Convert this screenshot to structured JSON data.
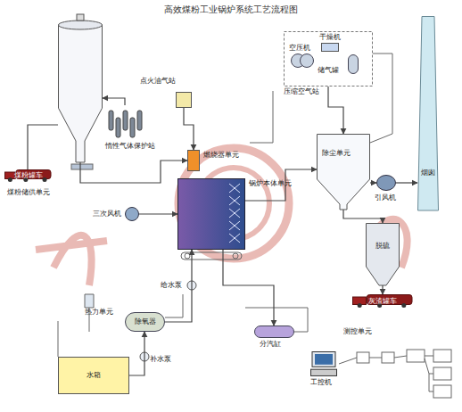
{
  "diagram": {
    "title": "高效煤粉工业锅炉系统工艺流程图",
    "nodes": [
      {
        "text": [
          "煤粉罐车"
        ]
      },
      {
        "text": [
          "煤粉储供单元"
        ]
      },
      {
        "text": [
          "点火油气站"
        ]
      },
      {
        "text": [
          "惰性气体保护站"
        ]
      },
      {
        "text": [
          "燃烧器单元"
        ]
      },
      {
        "text": [
          "锅炉本体单元"
        ]
      },
      {
        "text": [
          "三次风机"
        ]
      },
      {
        "text": [
          "压缩空气站"
        ]
      },
      {
        "text": [
          "干燥机"
        ],
        "in": 7
      },
      {
        "text": [
          "空压机"
        ],
        "in": 7
      },
      {
        "text": [
          "储气罐"
        ],
        "in": 7
      },
      {
        "text": [
          "除尘单元"
        ]
      },
      {
        "text": [
          "引风机"
        ]
      },
      {
        "text": [
          "烟囱"
        ]
      },
      {
        "text": [
          "脱硫"
        ]
      },
      {
        "text": [
          "灰渣罐车"
        ]
      },
      {
        "text": [
          "除氧器"
        ]
      },
      {
        "text": [
          "水箱"
        ]
      },
      {
        "text": [
          "分汽缸"
        ]
      },
      {
        "text": [
          "测控单元"
        ]
      },
      {
        "text": [
          "工控机"
        ],
        "in": 19
      }
    ],
    "edges": [
      {
        "from": 0,
        "to": 1,
        "arrow": "none"
      },
      {
        "from": 1,
        "to": 4,
        "arrow": "to"
      },
      {
        "from": 2,
        "to": 4,
        "arrow": "to"
      },
      {
        "from": 3,
        "to": 1,
        "arrow": "to"
      },
      {
        "from": 6,
        "to": 5,
        "arrow": "to"
      },
      {
        "from": 5,
        "to": 11,
        "arrow": "to"
      },
      {
        "from": 11,
        "to": 12,
        "arrow": "to"
      },
      {
        "from": 12,
        "to": 13,
        "arrow": "to"
      },
      {
        "from": 11,
        "to": 14,
        "arrow": "to"
      },
      {
        "from": 14,
        "to": 15,
        "arrow": "to"
      },
      {
        "from": 17,
        "to": 16,
        "arrow": "to"
      },
      {
        "from": 16,
        "to": 5,
        "arrow": "to"
      },
      {
        "from": 5,
        "to": 18,
        "arrow": "to"
      },
      {
        "from": 7,
        "to": 11,
        "arrow": "to"
      }
    ],
    "labels": [
      "热力单元",
      "给水泵",
      "补水泵"
    ]
  }
}
